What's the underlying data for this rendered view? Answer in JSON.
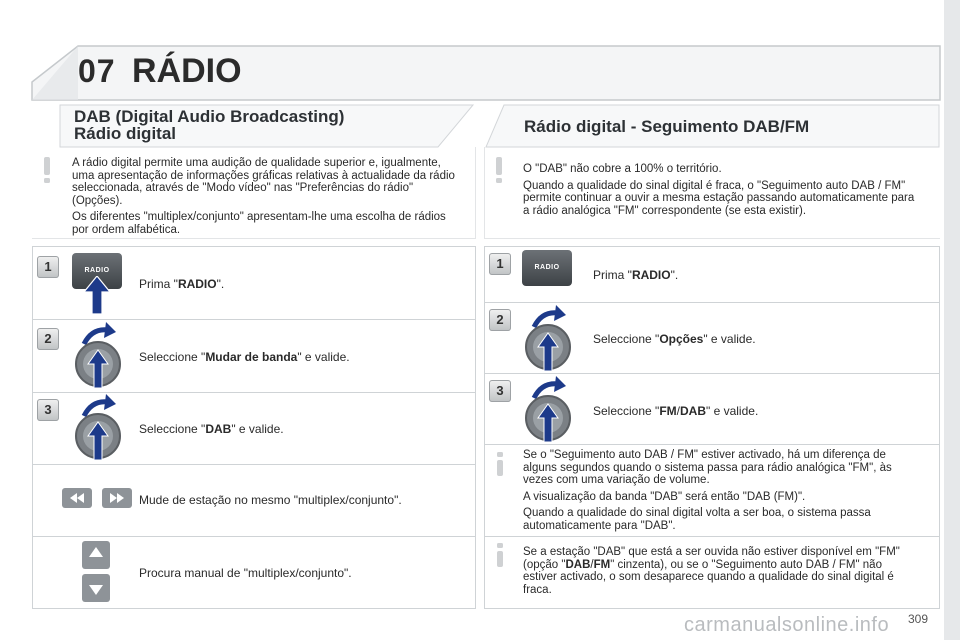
{
  "header": {
    "chapter_number": "07",
    "chapter_title": "RÁDIO"
  },
  "left": {
    "title_line1": "DAB (Digital Audio Broadcasting)",
    "title_line2": "Rádio digital",
    "note": [
      "A rádio digital permite uma audição de qualidade superior e, igualmente, uma apresentação de informações gráficas relativas à actualidade da rádio seleccionada, através de \"Modo vídeo\" nas \"Preferências do rádio\" (Opções).",
      "Os diferentes \"multiplex/conjunto\" apresentam-lhe uma escolha de rádios por ordem alfabética."
    ],
    "steps": [
      {
        "num": "1",
        "pre": "Prima \"",
        "bold": "RADIO",
        "post": "\"."
      },
      {
        "num": "2",
        "pre": "Seleccione \"",
        "bold": "Mudar de banda",
        "post": "\" e valide."
      },
      {
        "num": "3",
        "pre": "Seleccione \"",
        "bold": "DAB",
        "post": "\" e valide."
      }
    ],
    "extra": [
      {
        "text": "Mude de estação no mesmo \"multiplex/conjunto\"."
      },
      {
        "text": "Procura manual de \"multiplex/conjunto\"."
      }
    ]
  },
  "right": {
    "title": "Rádio digital - Seguimento DAB/FM",
    "note": [
      "O \"DAB\" não cobre a 100% o território.",
      "Quando a qualidade do sinal digital é fraca, o \"Seguimento auto DAB / FM\" permite continuar a ouvir a mesma estação passando automaticamente para a rádio analógica \"FM\" correspondente (se esta existir)."
    ],
    "steps": [
      {
        "num": "1",
        "pre": "Prima \"",
        "bold": "RADIO",
        "post": "\"."
      },
      {
        "num": "2",
        "pre": "Seleccione \"",
        "bold": "Opções",
        "post": "\" e valide."
      },
      {
        "num": "3",
        "pre": "Seleccione \"",
        "bold": "FM",
        "mid": "/",
        "bold2": "DAB",
        "post": "\" e valide."
      }
    ],
    "info1": [
      "Se o \"Seguimento auto DAB / FM\" estiver activado, há um diferença de alguns segundos quando o sistema passa para rádio analógica \"FM\", às vezes com uma variação de volume.",
      "A visualização da banda \"DAB\" será então \"DAB (FM)\".",
      "Quando a qualidade do sinal digital volta a ser boa, o sistema passa automaticamente para \"DAB\"."
    ],
    "info2": {
      "pre": "Se a estação \"DAB\" que está a ser ouvida não estiver disponível em \"FM\" (opção \"",
      "bold": "DAB",
      "mid": "/",
      "bold2": "FM",
      "post": "\" cinzenta), ou se o \"Seguimento auto DAB / FM\" não estiver activado, o som desaparece quando a qualidade do sinal digital é fraca."
    }
  },
  "radio_button_label": "RADIO",
  "page_number": "309",
  "watermark": "carmanualsonline.info",
  "colors": {
    "header_text": "#2b2b2b",
    "title_text": "#2d3135",
    "border": "#cfd3d6",
    "accent_arrow": "#1d3a8a"
  }
}
